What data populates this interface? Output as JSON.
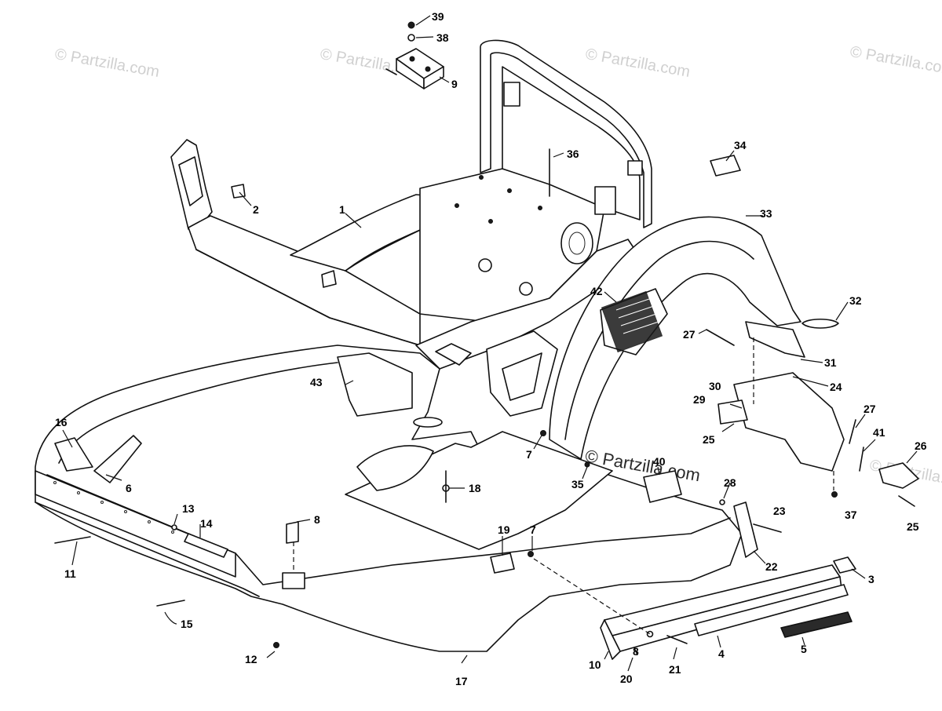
{
  "colors": {
    "line": "#111111",
    "background": "#ffffff",
    "watermark": "#d0d0d0"
  },
  "watermark": {
    "text": "© Partzilla.com"
  },
  "callouts": [
    {
      "id": "39",
      "label": "39"
    },
    {
      "id": "38",
      "label": "38"
    },
    {
      "id": "9",
      "label": "9"
    },
    {
      "id": "36",
      "label": "36"
    },
    {
      "id": "34",
      "label": "34"
    },
    {
      "id": "2",
      "label": "2"
    },
    {
      "id": "1",
      "label": "1"
    },
    {
      "id": "33",
      "label": "33"
    },
    {
      "id": "32",
      "label": "32"
    },
    {
      "id": "42",
      "label": "42"
    },
    {
      "id": "27a",
      "label": "27"
    },
    {
      "id": "31",
      "label": "31"
    },
    {
      "id": "30",
      "label": "30"
    },
    {
      "id": "24",
      "label": "24"
    },
    {
      "id": "29",
      "label": "29"
    },
    {
      "id": "27b",
      "label": "27"
    },
    {
      "id": "25a",
      "label": "25"
    },
    {
      "id": "41",
      "label": "41"
    },
    {
      "id": "26",
      "label": "26"
    },
    {
      "id": "25b",
      "label": "25"
    },
    {
      "id": "37",
      "label": "37"
    },
    {
      "id": "43",
      "label": "43"
    },
    {
      "id": "16",
      "label": "16"
    },
    {
      "id": "6",
      "label": "6"
    },
    {
      "id": "7a",
      "label": "7"
    },
    {
      "id": "35",
      "label": "35"
    },
    {
      "id": "40",
      "label": "40"
    },
    {
      "id": "28",
      "label": "28"
    },
    {
      "id": "23",
      "label": "23"
    },
    {
      "id": "18",
      "label": "18"
    },
    {
      "id": "13",
      "label": "13"
    },
    {
      "id": "14",
      "label": "14"
    },
    {
      "id": "8a",
      "label": "8"
    },
    {
      "id": "19",
      "label": "19"
    },
    {
      "id": "7b",
      "label": "7"
    },
    {
      "id": "22",
      "label": "22"
    },
    {
      "id": "3",
      "label": "3"
    },
    {
      "id": "11",
      "label": "11"
    },
    {
      "id": "15",
      "label": "15"
    },
    {
      "id": "12",
      "label": "12"
    },
    {
      "id": "17",
      "label": "17"
    },
    {
      "id": "10",
      "label": "10"
    },
    {
      "id": "20",
      "label": "20"
    },
    {
      "id": "8b",
      "label": "8"
    },
    {
      "id": "21",
      "label": "21"
    },
    {
      "id": "4",
      "label": "4"
    },
    {
      "id": "5",
      "label": "5"
    }
  ]
}
